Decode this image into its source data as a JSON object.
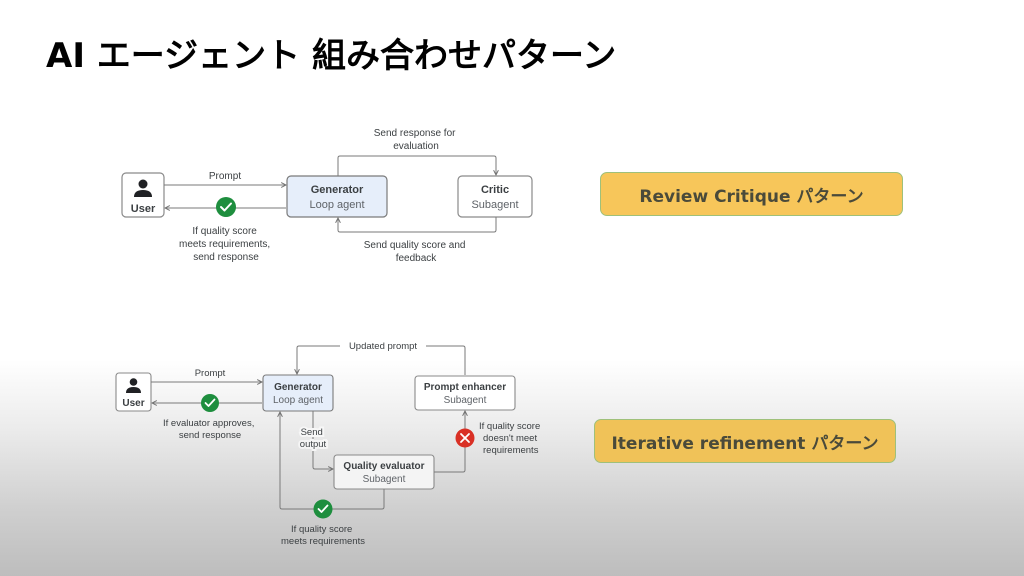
{
  "title": "AI エージェント 組み合わせパターン",
  "colors": {
    "agent_box_fill": "#e6eefa",
    "badge_fill": "#f7c65a",
    "check_green": "#1e8e3e",
    "cross_red": "#d93025",
    "line_gray": "#7a7a7a"
  },
  "pattern1": {
    "badge_label": "Review Critique パターン",
    "user_label": "User",
    "user_icon": "person-icon",
    "generator": {
      "title": "Generator",
      "subtitle": "Loop agent"
    },
    "critic": {
      "title": "Critic",
      "subtitle": "Subagent"
    },
    "prompt_label": "Prompt",
    "send_eval_label": [
      "Send response for",
      "evaluation"
    ],
    "feedback_label": [
      "Send quality score and",
      "feedback"
    ],
    "approve_label": [
      "If quality score",
      "meets requirements,",
      "send response"
    ],
    "approve_icon": "check-circle-icon"
  },
  "pattern2": {
    "badge_label": "Iterative refinement パターン",
    "user_label": "User",
    "user_icon": "person-icon",
    "generator": {
      "title": "Generator",
      "subtitle": "Loop agent"
    },
    "enhancer": {
      "title": "Prompt enhancer",
      "subtitle": "Subagent"
    },
    "evaluator": {
      "title": "Quality evaluator",
      "subtitle": "Subagent"
    },
    "prompt_label": "Prompt",
    "updated_prompt_label": "Updated prompt",
    "send_output_label": [
      "Send",
      "output"
    ],
    "approve_label": [
      "If evaluator approves,",
      "send response"
    ],
    "fail_label": [
      "If quality score",
      "doesn't meet",
      "requirements"
    ],
    "pass_label": [
      "If quality score",
      "meets requirements"
    ],
    "approve_icon": "check-circle-icon",
    "fail_icon": "x-circle-icon"
  }
}
